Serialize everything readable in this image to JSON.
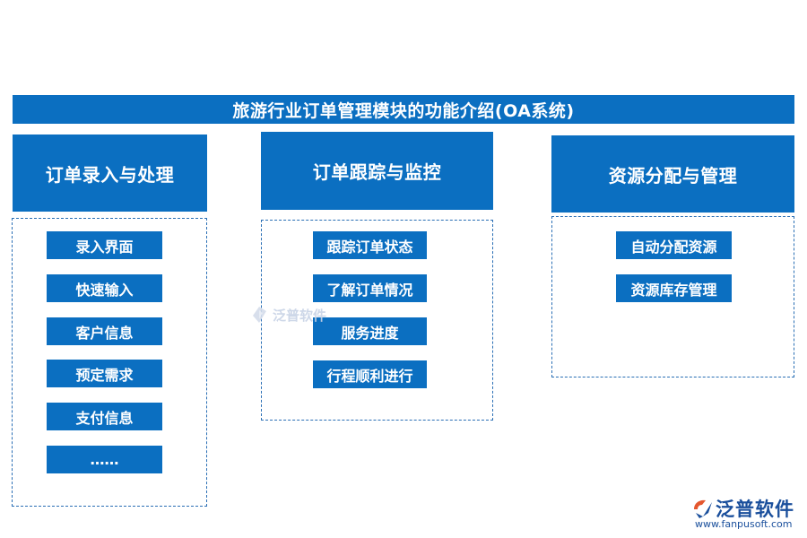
{
  "title": "旅游行业订单管理模块的功能介绍(OA系统)",
  "columns": [
    {
      "heading": "订单录入与处理",
      "items": [
        "录入界面",
        "快速输入",
        "客户信息",
        "预定需求",
        "支付信息",
        "……"
      ]
    },
    {
      "heading": "订单跟踪与监控",
      "items": [
        "跟踪订单状态",
        "了解订单情况",
        "服务进度",
        "行程顺利进行"
      ]
    },
    {
      "heading": "资源分配与管理",
      "items": [
        "自动分配资源",
        "资源库存管理"
      ]
    }
  ],
  "watermark": {
    "text": "泛普软件",
    "icon": "fanpu-logo-icon"
  },
  "logo": {
    "text": "泛普软件",
    "url": "www.fanpusoft.com",
    "icon": "fanpu-logo-icon"
  },
  "colors": {
    "primary": "#0b6fc1",
    "border": "#2a6fb5",
    "logo": "#1a4f9c"
  }
}
